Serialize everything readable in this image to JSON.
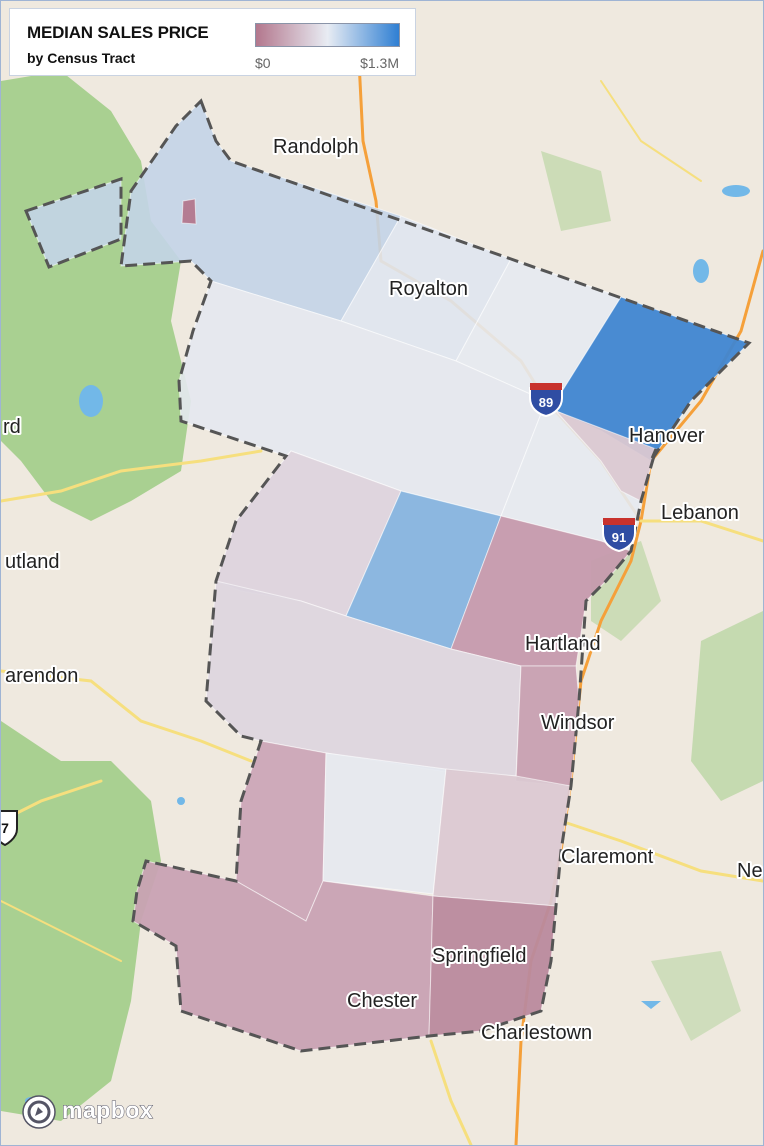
{
  "legend": {
    "title": "MEDIAN SALES PRICE",
    "subtitle": "by Census Tract",
    "min_label": "$0",
    "max_label": "$1.3M",
    "color_low": "#b3778d",
    "color_mid": "#e8ecf3",
    "color_high": "#2f7fd3"
  },
  "places": [
    {
      "name": "Randolph"
    },
    {
      "name": "Royalton"
    },
    {
      "name": "Hanover"
    },
    {
      "name": "Lebanon"
    },
    {
      "name": "utland"
    },
    {
      "name": "arendon"
    },
    {
      "name": "Hartland"
    },
    {
      "name": "Windsor"
    },
    {
      "name": "Claremont"
    },
    {
      "name": "Ne"
    },
    {
      "name": "Springfield"
    },
    {
      "name": "Chester"
    },
    {
      "name": "Charlestown"
    },
    {
      "name": "rd"
    }
  ],
  "shields": [
    {
      "number": "89",
      "type": "interstate-icon"
    },
    {
      "number": "91",
      "type": "interstate-icon"
    },
    {
      "number": "7",
      "type": "us-route-icon"
    }
  ],
  "attribution": {
    "text": "mapbox",
    "icon": "mapbox-logo-icon"
  },
  "colors": {
    "land": "#efe9df",
    "forest": "#9ccb83",
    "water": "#72b8e8",
    "road_major": "#f5a03a",
    "road_minor": "#f6df7e",
    "boundary": "#555555"
  }
}
